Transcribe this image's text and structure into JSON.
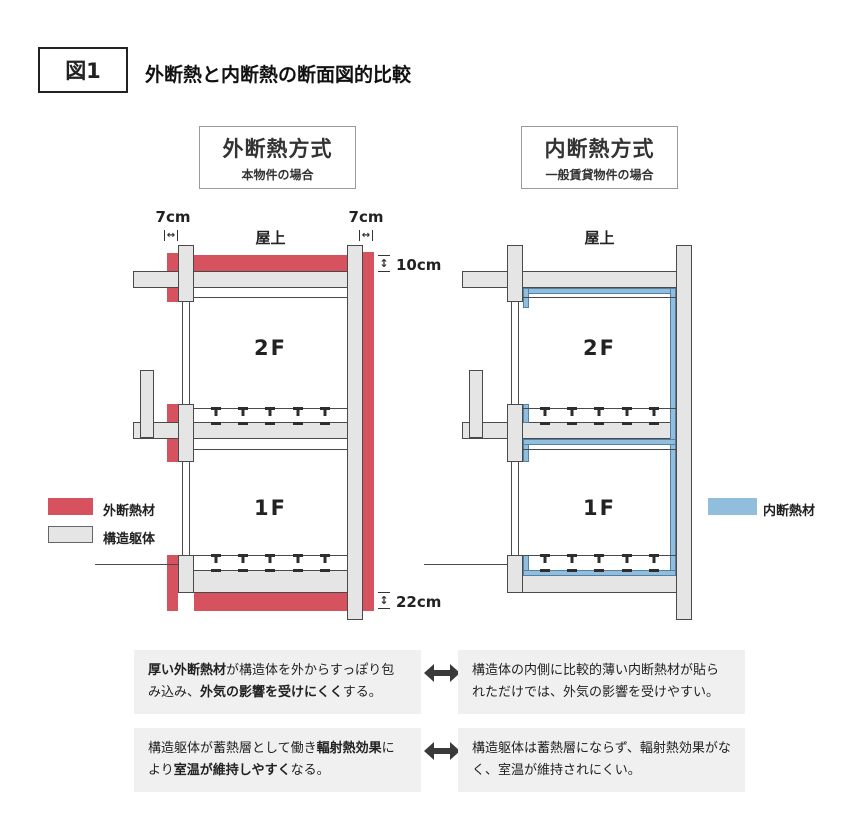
{
  "figure": {
    "tag": "図1",
    "title": "外断熱と内断熱の断面図的比較"
  },
  "colors": {
    "external_insulation": "#D5525E",
    "internal_insulation": "#92BEDD",
    "structure_fill": "#E5E5E5",
    "outline": "#4A4A4A",
    "note_background": "#F0F0F0"
  },
  "icons": {
    "h_measure_arrow": "↔",
    "v_measure_arrow": "↕"
  },
  "external_panel": {
    "header_title": "外断熱方式",
    "header_subtitle": "本物件の場合",
    "roof_label": "屋上",
    "floor2_label": "2F",
    "floor1_label": "1F",
    "dim_wall_left": "7cm",
    "dim_wall_right": "7cm",
    "dim_roof": "10cm",
    "dim_bottom": "22cm",
    "legend_insulation": "外断熱材",
    "legend_structure": "構造躯体"
  },
  "internal_panel": {
    "header_title": "内断熱方式",
    "header_subtitle": "一般賃貸物件の場合",
    "roof_label": "屋上",
    "floor2_label": "2F",
    "floor1_label": "1F",
    "legend_insulation": "内断熱材"
  },
  "notes": {
    "row1_left": [
      {
        "t": "厚い外断熱材",
        "b": true
      },
      {
        "t": "が構造体を外からすっぽり包み込み、",
        "b": false
      },
      {
        "t": "外気の影響を受けにくく",
        "b": true
      },
      {
        "t": "する。",
        "b": false
      }
    ],
    "row1_right": [
      {
        "t": "構造体の内側に比較的薄い内断熱材が貼られただけでは、外気の影響を受けやすい。",
        "b": false
      }
    ],
    "row2_left": [
      {
        "t": "構造躯体が蓄熱層として働き",
        "b": false
      },
      {
        "t": "輻射熱効果",
        "b": true
      },
      {
        "t": "により",
        "b": false
      },
      {
        "t": "室温が維持しやすく",
        "b": true
      },
      {
        "t": "なる。",
        "b": false
      }
    ],
    "row2_right": [
      {
        "t": "構造躯体は蓄熱層にならず、輻射熱効果がなく、室温が維持されにくい。",
        "b": false
      }
    ]
  }
}
